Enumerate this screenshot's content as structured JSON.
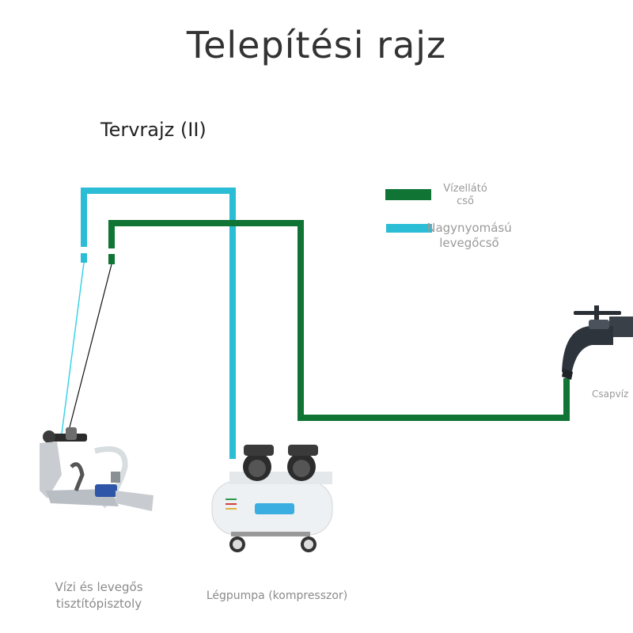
{
  "title": "Telepítési rajz",
  "subtitle": "Tervrajz (II)",
  "legend": [
    {
      "label_line1": "Vízellátó",
      "label_line2": "cső",
      "color": "#0f7434"
    },
    {
      "label_line1": "Nagynyomású",
      "label_line2": "levegőcső",
      "color": "#2bbdd6"
    }
  ],
  "labels": {
    "gun_line1": "Vízi és levegős",
    "gun_line2": "tisztítópisztoly",
    "compressor": "Légpumpa (kompresszor)",
    "tap": "Csapvíz"
  }
}
